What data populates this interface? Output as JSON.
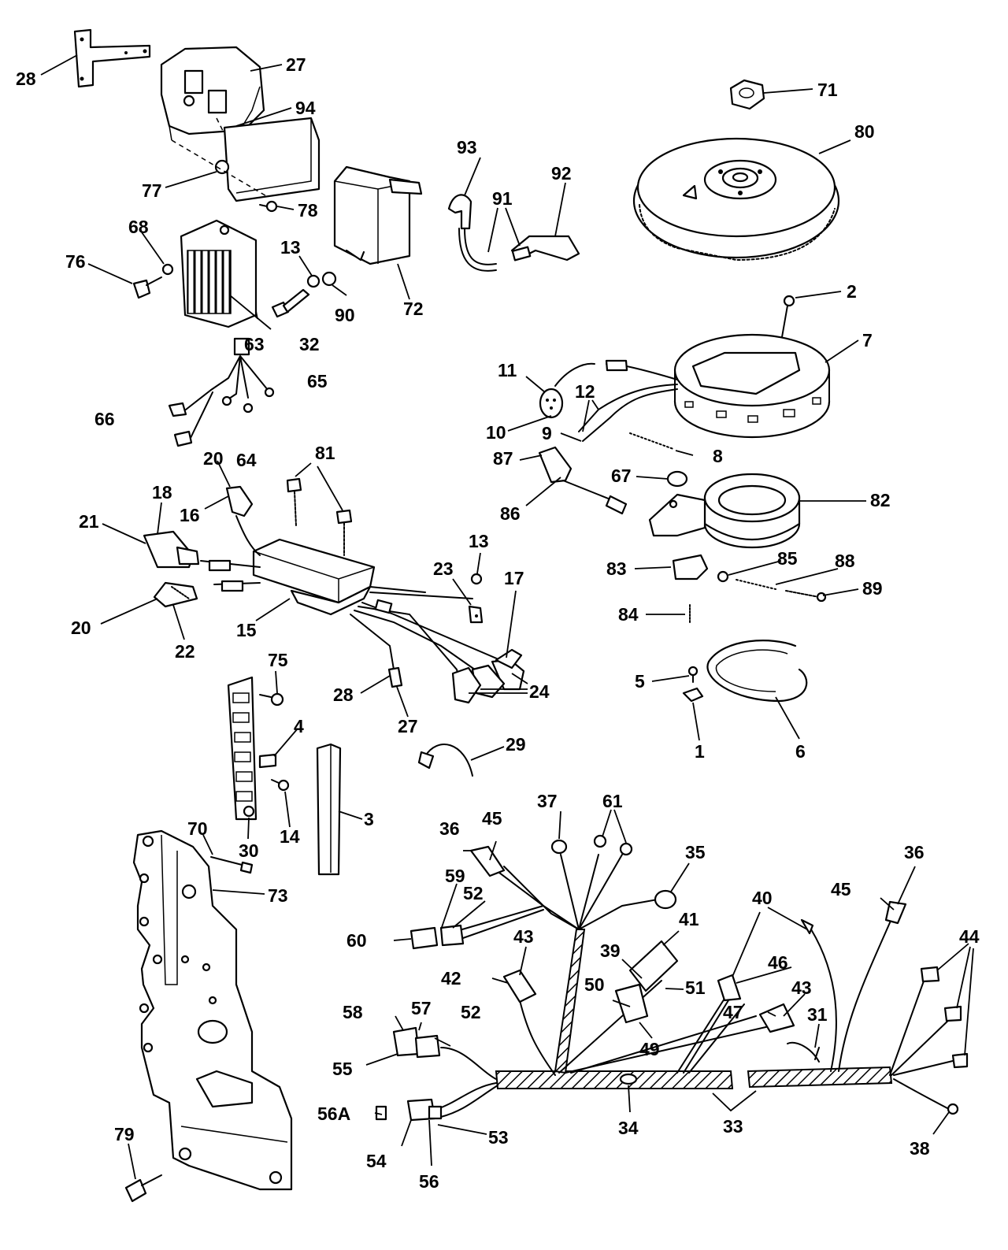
{
  "labels": [
    "1",
    "2",
    "3",
    "4",
    "5",
    "6",
    "7",
    "8",
    "9",
    "10",
    "11",
    "12",
    "13",
    "14",
    "15",
    "16",
    "17",
    "18",
    "20",
    "21",
    "22",
    "23",
    "24",
    "27",
    "28",
    "29",
    "30",
    "31",
    "32",
    "33",
    "34",
    "35",
    "36",
    "37",
    "38",
    "39",
    "40",
    "41",
    "42",
    "43",
    "44",
    "45",
    "46",
    "47",
    "49",
    "50",
    "51",
    "52",
    "53",
    "54",
    "55",
    "56",
    "56A",
    "57",
    "58",
    "59",
    "60",
    "61",
    "63",
    "64",
    "65",
    "66",
    "67",
    "68",
    "70",
    "71",
    "72",
    "73",
    "75",
    "76",
    "77",
    "78",
    "79",
    "80",
    "81",
    "82",
    "83",
    "84",
    "85",
    "86",
    "87",
    "88",
    "89",
    "90",
    "91",
    "92",
    "93",
    "94"
  ]
}
